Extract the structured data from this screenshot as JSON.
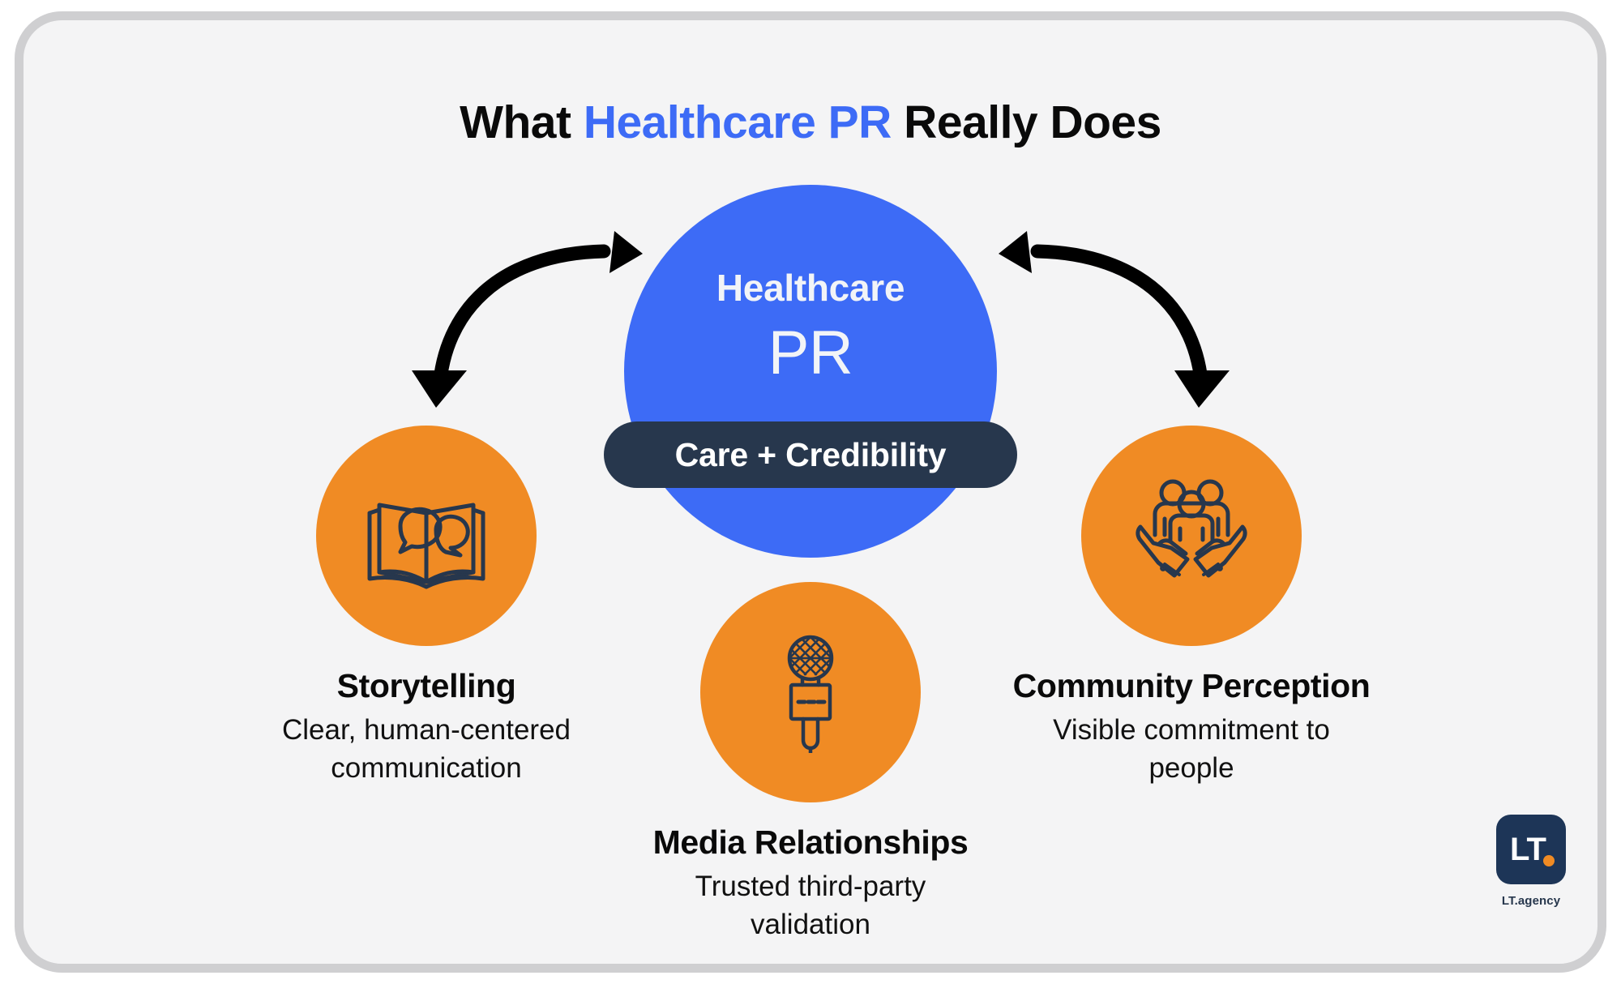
{
  "title": {
    "part1": "What ",
    "accent": "Healthcare PR",
    "part2": " Really Does"
  },
  "hub": {
    "line1": "Healthcare",
    "line2": "PR",
    "badge": "Care + Credibility",
    "circle_color": "#3d6bf6",
    "badge_color": "#27374d"
  },
  "nodes": [
    {
      "id": "storytelling",
      "title": "Storytelling",
      "desc": "Clear, human-centered communication",
      "icon": "open-book-speech-bubbles-icon",
      "circle_color": "#f08b24"
    },
    {
      "id": "media-relationships",
      "title": "Media Relationships",
      "desc": "Trusted third-party validation",
      "icon": "press-microphone-icon",
      "circle_color": "#f08b24"
    },
    {
      "id": "community-perception",
      "title": "Community Perception",
      "desc": "Visible commitment to people",
      "icon": "hands-holding-people-icon",
      "circle_color": "#f08b24"
    }
  ],
  "arrows": {
    "left": "curved-double-arrow-icon",
    "right": "curved-double-arrow-icon",
    "color": "#000000"
  },
  "logo": {
    "mark": "LT",
    "caption": "LT.agency",
    "tile_color": "#1d3557",
    "dot_color": "#f08b24"
  },
  "frame": {
    "background": "#f4f4f5",
    "border_color": "#cfcfd1"
  }
}
